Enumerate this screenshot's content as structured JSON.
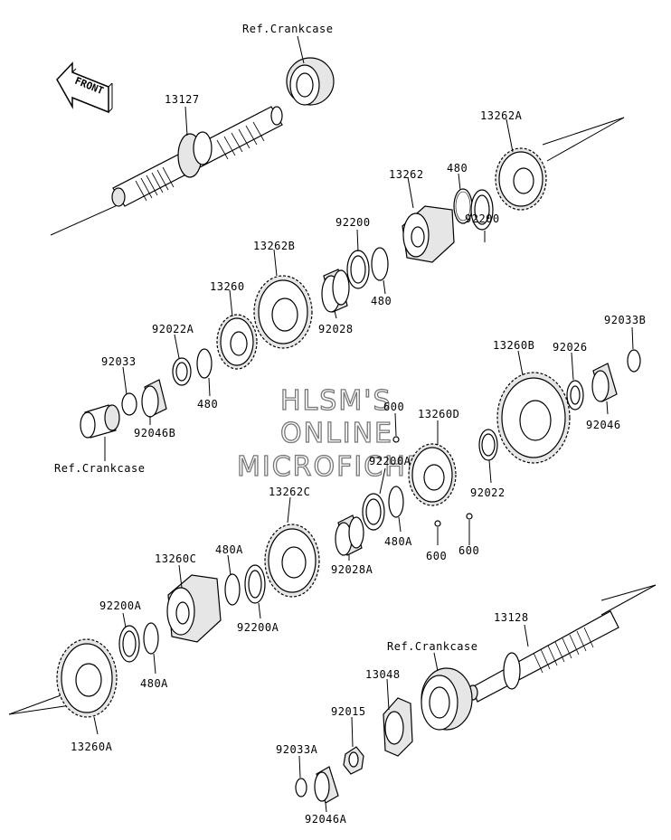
{
  "watermark": [
    "HLSM'S",
    "ONLINE",
    "MICROFICHE"
  ],
  "front_label": "FRONT",
  "labels": {
    "ref_crankcase_top": "Ref.Crankcase",
    "p13127": "13127",
    "p13262A": "13262A",
    "p13262": "13262",
    "p480_a": "480",
    "p92200_right": "92200",
    "p92200_left": "92200",
    "p480_b": "480",
    "p13262B": "13262B",
    "p92028": "92028",
    "p13260": "13260",
    "p92022A": "92022A",
    "p480_c": "480",
    "p92033": "92033",
    "p92046B": "92046B",
    "ref_crankcase_left": "Ref.Crankcase",
    "p13260B": "13260B",
    "p92026": "92026",
    "p92033B": "92033B",
    "p92046": "92046",
    "p600_top": "600",
    "p13260D": "13260D",
    "p92200A_mid": "92200A",
    "p92022": "92022",
    "p13262C": "13262C",
    "p92028A": "92028A",
    "p480A_mid": "480A",
    "p600_a": "600",
    "p600_b": "600",
    "p480A_top": "480A",
    "p13260C": "13260C",
    "p92200A_left": "92200A",
    "p92200A_right": "92200A",
    "p480A_bottom": "480A",
    "p13260A": "13260A",
    "p13128": "13128",
    "ref_crankcase_bottom": "Ref.Crankcase",
    "p13048": "13048",
    "p92015": "92015",
    "p92033A": "92033A",
    "p92046A": "92046A"
  }
}
